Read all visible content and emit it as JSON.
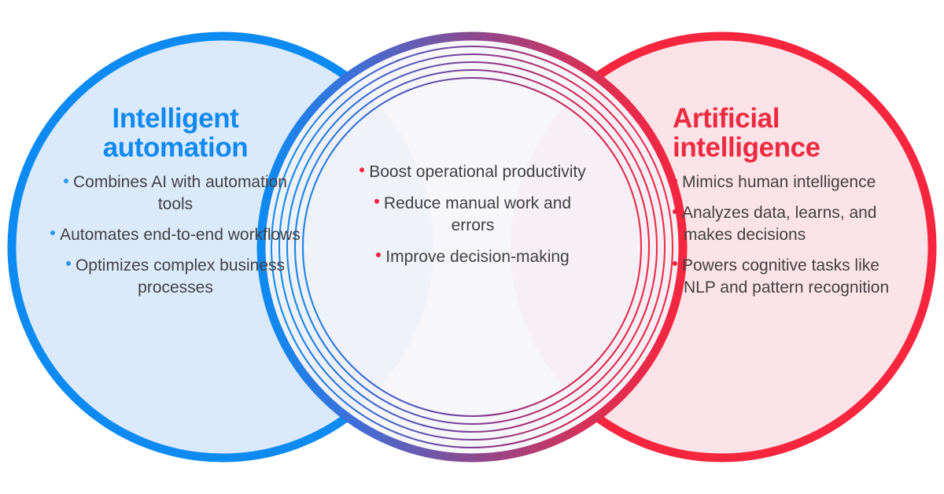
{
  "diagram": {
    "type": "venn",
    "background": "#ffffff",
    "sets": 3
  },
  "colors": {
    "blue_stroke": "#0d8bf2",
    "blue_title": "#1089f0",
    "blue_fill": "#e3f0fd",
    "blue_bullet": "#2d94ef",
    "red_stroke": "#f6263f",
    "red_title": "#ed2b40",
    "red_fill": "#fce8ec",
    "red_bullet": "#f22040",
    "center_fill": "#f2f0f7",
    "body_text": "#414141"
  },
  "left": {
    "title": "Intelligent automation",
    "title_line_1": "Intelligent",
    "title_line_2": "automation",
    "bullets": [
      "Combines AI with automation tools",
      "Automates end-to-end workflows",
      "Optimizes complex business processes"
    ]
  },
  "center": {
    "title": "",
    "bullets": [
      "Boost operational productivity",
      "Reduce manual work and errors",
      "Improve decision-making"
    ]
  },
  "right": {
    "title": "Artificial intelligence",
    "title_line_1": "Artificial",
    "title_line_2": "intelligence",
    "bullets": [
      "Mimics human intelligence",
      "Analyzes data, learns, and makes decisions",
      "Powers cognitive tasks like NLP and pattern recognition"
    ]
  },
  "rings": {
    "count": 5,
    "description": "concentric gradient arcs inside the central circle"
  }
}
